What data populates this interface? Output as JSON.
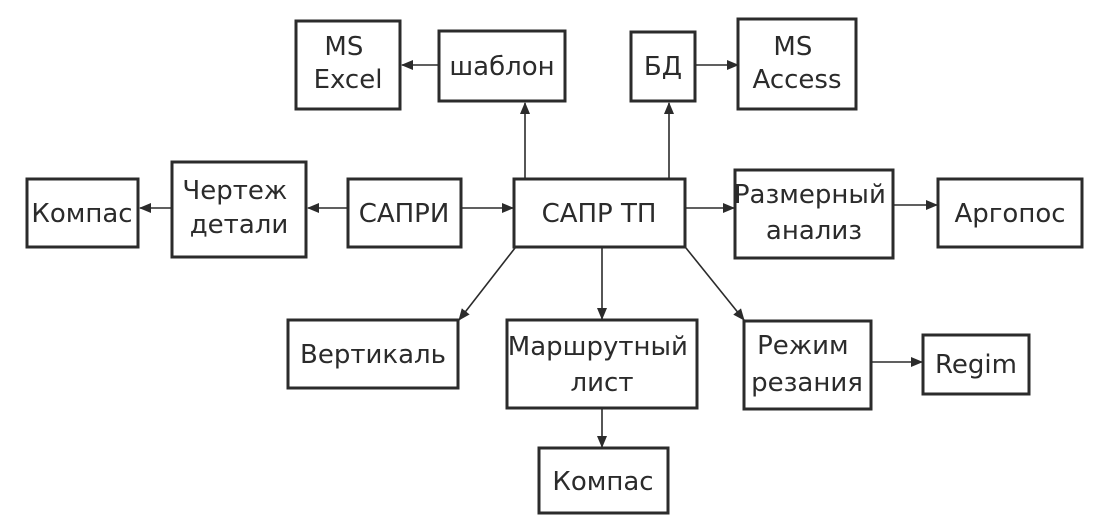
{
  "diagram": {
    "nodes": {
      "ms_excel": [
        "MS",
        "Excel"
      ],
      "shablon": [
        "шаблон"
      ],
      "bd": [
        "БД"
      ],
      "ms_access": [
        "MS",
        "Access"
      ],
      "kompas_left": [
        "Компас"
      ],
      "chertezh": [
        "Чертеж",
        "детали"
      ],
      "sapri": [
        "САПРИ"
      ],
      "sapr_tp": [
        "САПР ТП"
      ],
      "razmerny": [
        "Размерный",
        "анализ"
      ],
      "argopos": [
        "Аргопос"
      ],
      "vertikal": [
        "Вертикаль"
      ],
      "marshrut": [
        "Маршрутный",
        "лист"
      ],
      "rezhim": [
        "Режим",
        "резания"
      ],
      "regim": [
        "Regim"
      ],
      "kompas_bottom": [
        "Компас"
      ]
    }
  }
}
